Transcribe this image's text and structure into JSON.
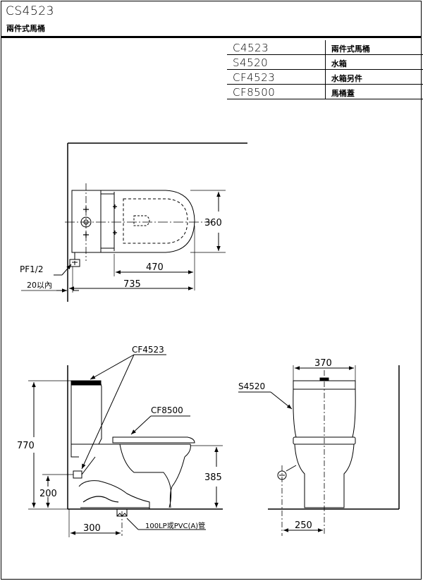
{
  "title_block": {
    "model": "CS4523",
    "description": "兩件式馬桶"
  },
  "parts_table": [
    {
      "code": "C4523",
      "name": "兩件式馬桶"
    },
    {
      "code": "S4520",
      "name": "水箱"
    },
    {
      "code": "CF4523",
      "name": "水箱另件"
    },
    {
      "code": "CF8500",
      "name": "馬桶蓋"
    }
  ],
  "top_view": {
    "dim_width": "360",
    "dim_bowl_length": "470",
    "dim_total_length": "735",
    "label_supply": "PF1/2",
    "label_wall_gap": "20以內"
  },
  "side_view": {
    "callout_tank_parts": "CF4523",
    "callout_seat": "CF8500",
    "dim_height": "770",
    "dim_rim_height": "385",
    "dim_supply_height": "200",
    "dim_rough_in": "300",
    "label_drain": "100LP或PVC(A)管"
  },
  "front_view": {
    "callout_tank": "S4520",
    "dim_tank_width": "370",
    "dim_offset": "250"
  }
}
